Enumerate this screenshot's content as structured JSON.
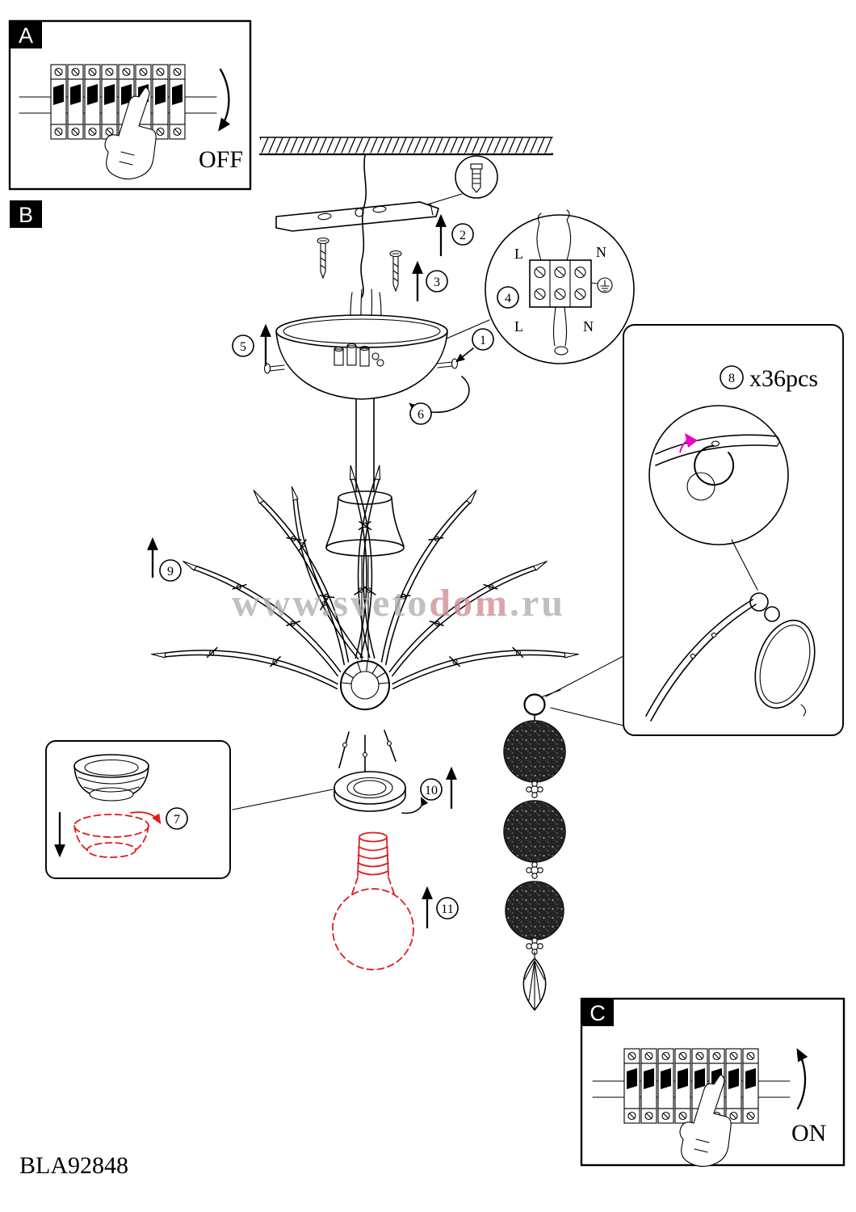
{
  "product_code": "BLA92848",
  "watermark": {
    "p1": "www.sveto",
    "p2": "dom",
    "p3": ".ru"
  },
  "panel_a": {
    "label": "A",
    "state": "OFF"
  },
  "panel_b": {
    "label": "B"
  },
  "panel_c": {
    "label": "C",
    "state": "ON"
  },
  "steps": {
    "n1": "1",
    "n2": "2",
    "n3": "3",
    "n4": "4",
    "n5": "5",
    "n6": "6",
    "n7": "7",
    "n8": "8",
    "n9": "9",
    "n10": "10",
    "n11": "11"
  },
  "detail_8": {
    "qty": "x36pcs"
  },
  "terminal_labels": {
    "l_top": "L",
    "n_top": "N",
    "l_bottom": "L",
    "n_bottom": "N"
  },
  "colors": {
    "line": "#000000",
    "accent_red": "#e01b1b",
    "accent_magenta": "#e800c8",
    "watermark_gray": "#b0b0b6"
  }
}
